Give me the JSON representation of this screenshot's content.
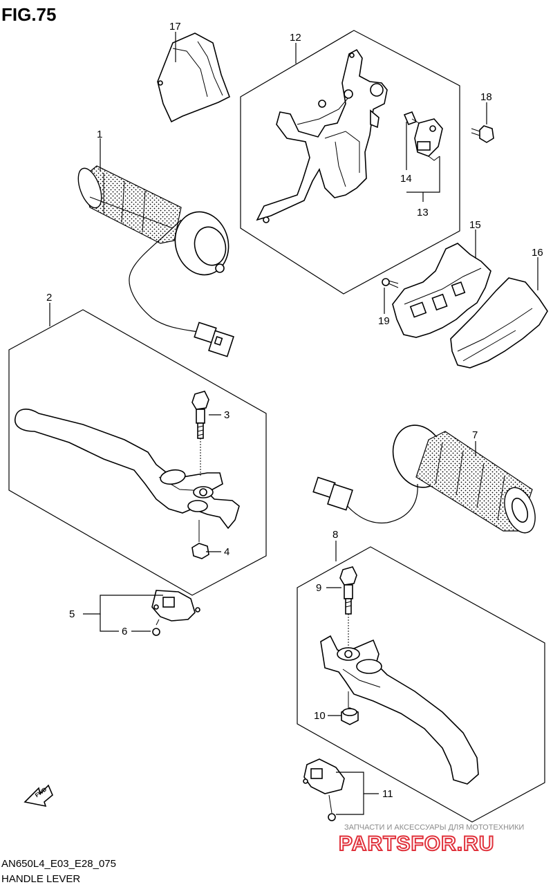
{
  "figure": {
    "title": "FIG.75",
    "model_code": "AN650L4_E03_E28_075",
    "name": "HANDLE LEVER"
  },
  "callouts": [
    {
      "id": "c1",
      "label": "1"
    },
    {
      "id": "c2",
      "label": "2"
    },
    {
      "id": "c3",
      "label": "3"
    },
    {
      "id": "c4",
      "label": "4"
    },
    {
      "id": "c5",
      "label": "5"
    },
    {
      "id": "c6",
      "label": "6"
    },
    {
      "id": "c7",
      "label": "7"
    },
    {
      "id": "c8",
      "label": "8"
    },
    {
      "id": "c9",
      "label": "9"
    },
    {
      "id": "c10",
      "label": "10"
    },
    {
      "id": "c11",
      "label": "11"
    },
    {
      "id": "c12",
      "label": "12"
    },
    {
      "id": "c13",
      "label": "13"
    },
    {
      "id": "c14",
      "label": "14"
    },
    {
      "id": "c15",
      "label": "15"
    },
    {
      "id": "c16",
      "label": "16"
    },
    {
      "id": "c17",
      "label": "17"
    },
    {
      "id": "c18",
      "label": "18"
    },
    {
      "id": "c19",
      "label": "19"
    }
  ],
  "direction_marker": {
    "label": "FWD",
    "icon": "forward-arrow-icon"
  },
  "watermark": {
    "tagline": "ЗАПЧАСТИ И АКСЕССУАРЫ ДЛЯ МОТОТЕХНИКИ",
    "brand": "PARTSFOR.RU",
    "brand_color": "#e0303a"
  }
}
